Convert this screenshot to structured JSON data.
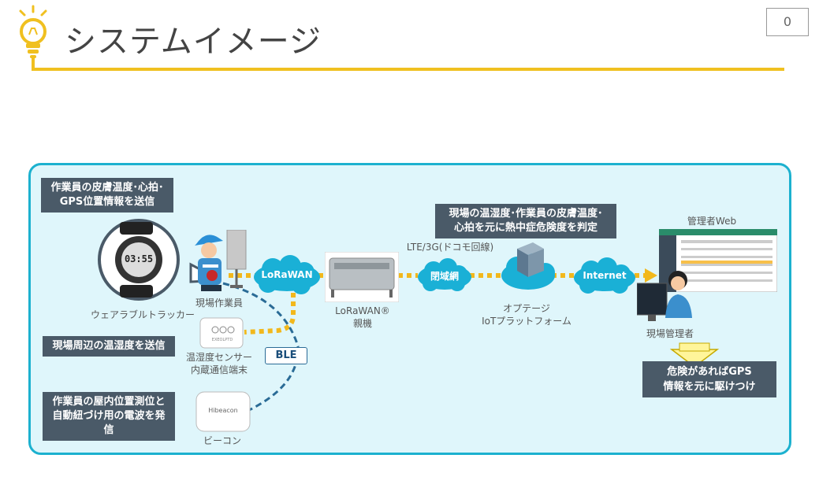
{
  "page": {
    "title": "システムイメージ",
    "page_number": "0"
  },
  "labels": {
    "send_skin_temp": "作業員の皮膚温度･心拍･\nGPS位置情報を送信",
    "send_temp_humidity": "現場周辺の温湿度を送信",
    "send_beacon": "作業員の屋内位置測位と\n自動紐づけ用の電波を発信",
    "judge": "現場の温湿度･作業員の皮膚温度･\n心拍を元に熱中症危険度を判定",
    "danger": "危険があればGPS\n情報を元に駆けつけ"
  },
  "devices": {
    "watch_display": "03:55",
    "wearable": "ウェアラブルトラッカー",
    "worker": "現場作業員",
    "sensor": "温湿度センサー\n内蔵通信端末",
    "sensor_brand": "EXEOLPTD",
    "beacon": "ビーコン",
    "beacon_brand": "Hibeacon",
    "gateway": "LoRaWAN®\n親機",
    "lte": "LTE/3G(ドコモ回線)",
    "platform": "オプテージ\nIoTプラットフォーム",
    "admin_web": "管理者Web",
    "manager": "現場管理者"
  },
  "clouds": {
    "lorawan": "LoRaWAN",
    "closed_net": "閉域網",
    "internet": "Internet"
  },
  "badges": {
    "ble": "BLE"
  },
  "colors": {
    "accent_yellow": "#f0c020",
    "panel_border": "#1cb1cf",
    "panel_bg": "#dff6fb",
    "cloud": "#1ab0d6",
    "label_bg": "#4a5a68",
    "ble_line": "#2a6b96"
  }
}
